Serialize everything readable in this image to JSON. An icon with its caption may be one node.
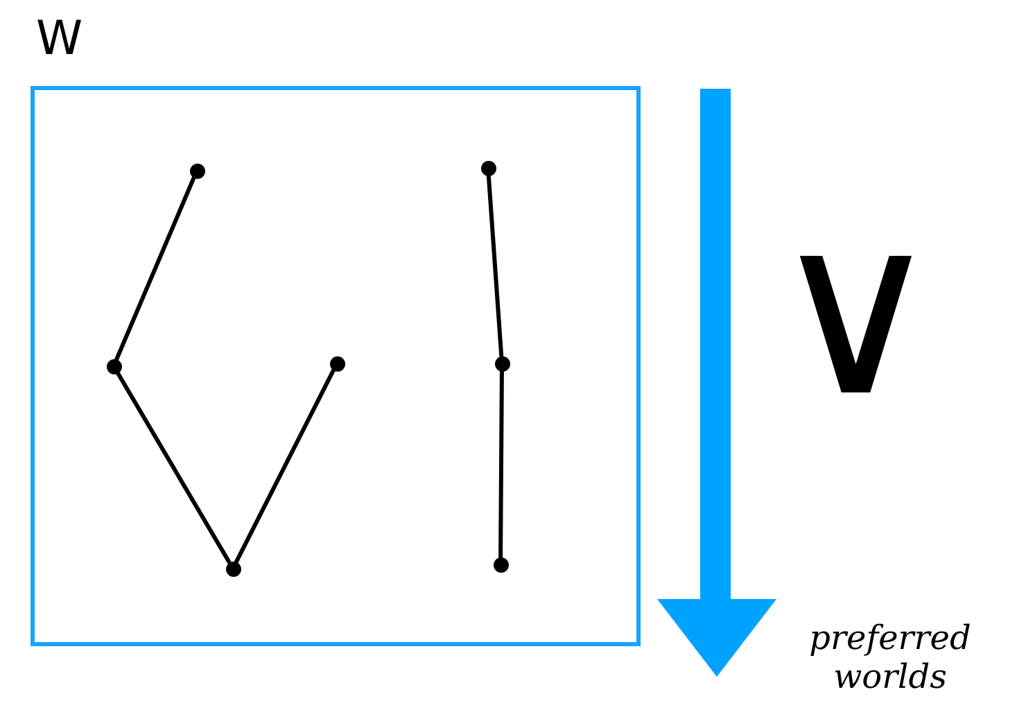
{
  "diagram": {
    "nodes": [
      {
        "text": [
          "W"
        ]
      },
      {
        "text": [],
        "shape": "circle",
        "in": 0
      },
      {
        "text": [],
        "shape": "circle",
        "in": 0
      },
      {
        "text": [],
        "shape": "circle",
        "in": 0
      },
      {
        "text": [],
        "shape": "circle",
        "in": 0
      },
      {
        "text": [],
        "shape": "circle",
        "in": 0
      },
      {
        "text": [],
        "shape": "circle",
        "in": 0
      },
      {
        "text": [],
        "shape": "circle",
        "in": 0
      }
    ],
    "edges": [
      {
        "from": 1,
        "to": 2,
        "arrow": "none"
      },
      {
        "from": 2,
        "to": 4,
        "arrow": "none"
      },
      {
        "from": 3,
        "to": 4,
        "arrow": "none"
      },
      {
        "from": 5,
        "to": 6,
        "arrow": "none"
      },
      {
        "from": 6,
        "to": 7,
        "arrow": "none"
      }
    ],
    "labels": [
      "∨",
      "preferred worlds"
    ]
  }
}
